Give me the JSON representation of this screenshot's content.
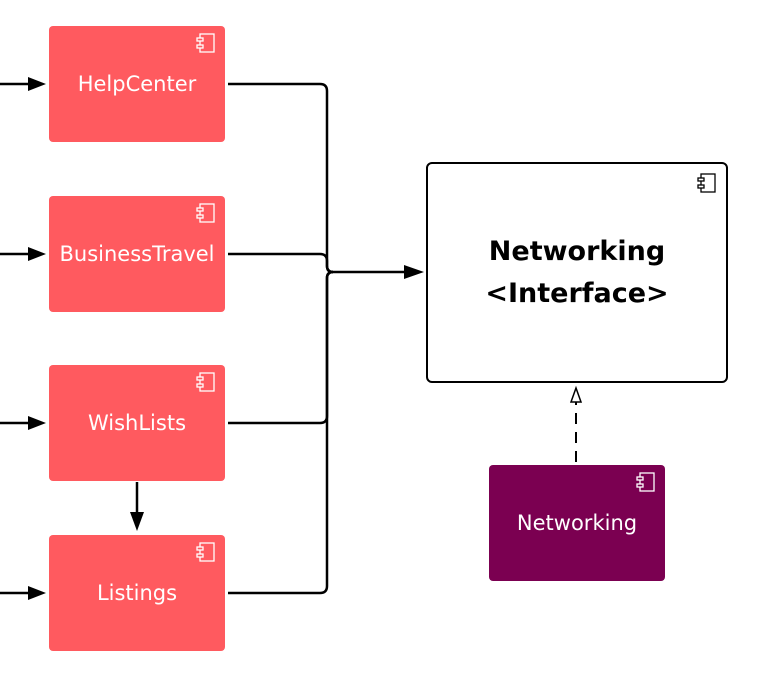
{
  "diagram": {
    "components": {
      "help_center": "HelpCenter",
      "business_travel": "BusinessTravel",
      "wish_lists": "WishLists",
      "listings": "Listings",
      "networking_interface_line1": "Networking",
      "networking_interface_line2": "<Interface>",
      "networking": "Networking"
    },
    "colors": {
      "red_component": "#ff5a5f",
      "purple_component": "#7b0051",
      "interface_border": "#000000",
      "connector": "#000000"
    },
    "icon": "component-icon"
  }
}
